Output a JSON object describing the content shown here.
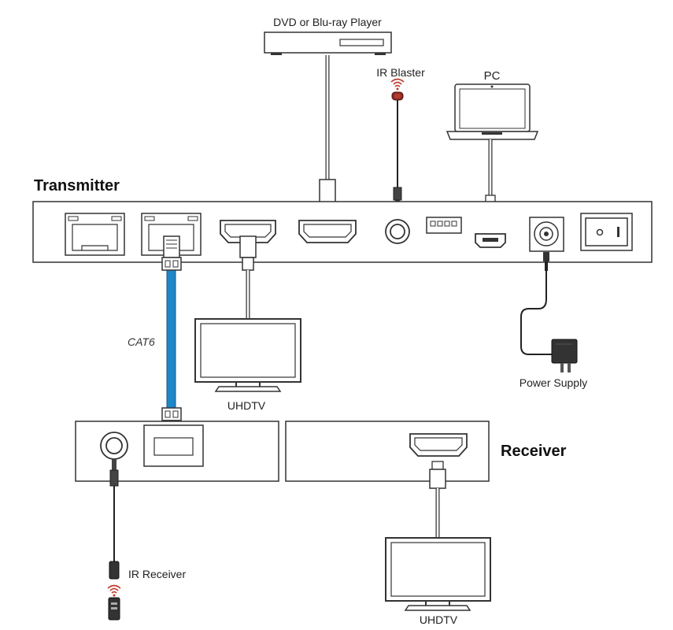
{
  "labels": {
    "dvd": "DVD or Blu-ray Player",
    "ir_blaster": "IR Blaster",
    "pc": "PC",
    "transmitter": "Transmitter",
    "cat6": "CAT6",
    "uhdtv_tx": "UHDTV",
    "power_supply": "Power Supply",
    "receiver": "Receiver",
    "ir_receiver": "IR Receiver",
    "uhdtv_rx": "UHDTV"
  },
  "colors": {
    "cable_blue": "#1f86c8",
    "ir_red": "#c0392b",
    "line": "#333333"
  }
}
